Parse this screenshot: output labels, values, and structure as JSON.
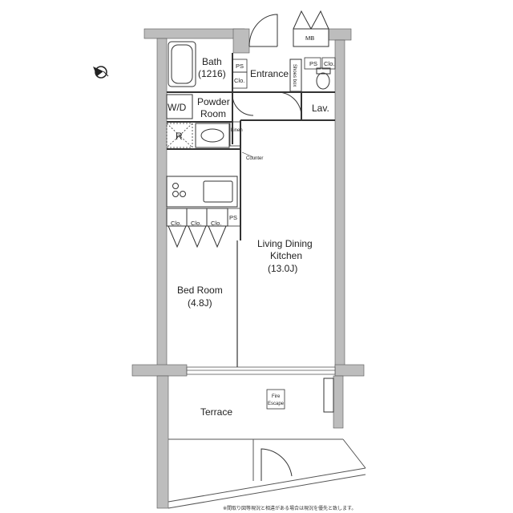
{
  "rooms": {
    "bath": "Bath",
    "bath_size": "(1216)",
    "entrance": "Entrance",
    "powder_room_1": "Powder",
    "powder_room_2": "Room",
    "wd": "W/D",
    "lav": "Lav.",
    "ldk_1": "Living Dining",
    "ldk_2": "Kitchen",
    "ldk_size": "(13.0J)",
    "bedroom": "Bed Room",
    "bedroom_size": "(4.8J)",
    "terrace": "Terrace"
  },
  "labels": {
    "mb": "MB",
    "ps": "PS",
    "clo": "Clo.",
    "shoes_box": "Shoes box",
    "linen": "Linen",
    "counter": "Counter",
    "refrigerator": "R",
    "fire_escape_1": "Fire",
    "fire_escape_2": "Escape"
  },
  "footnote": "※間取り図等現況と相違がある場合は現況を優先と致します。"
}
